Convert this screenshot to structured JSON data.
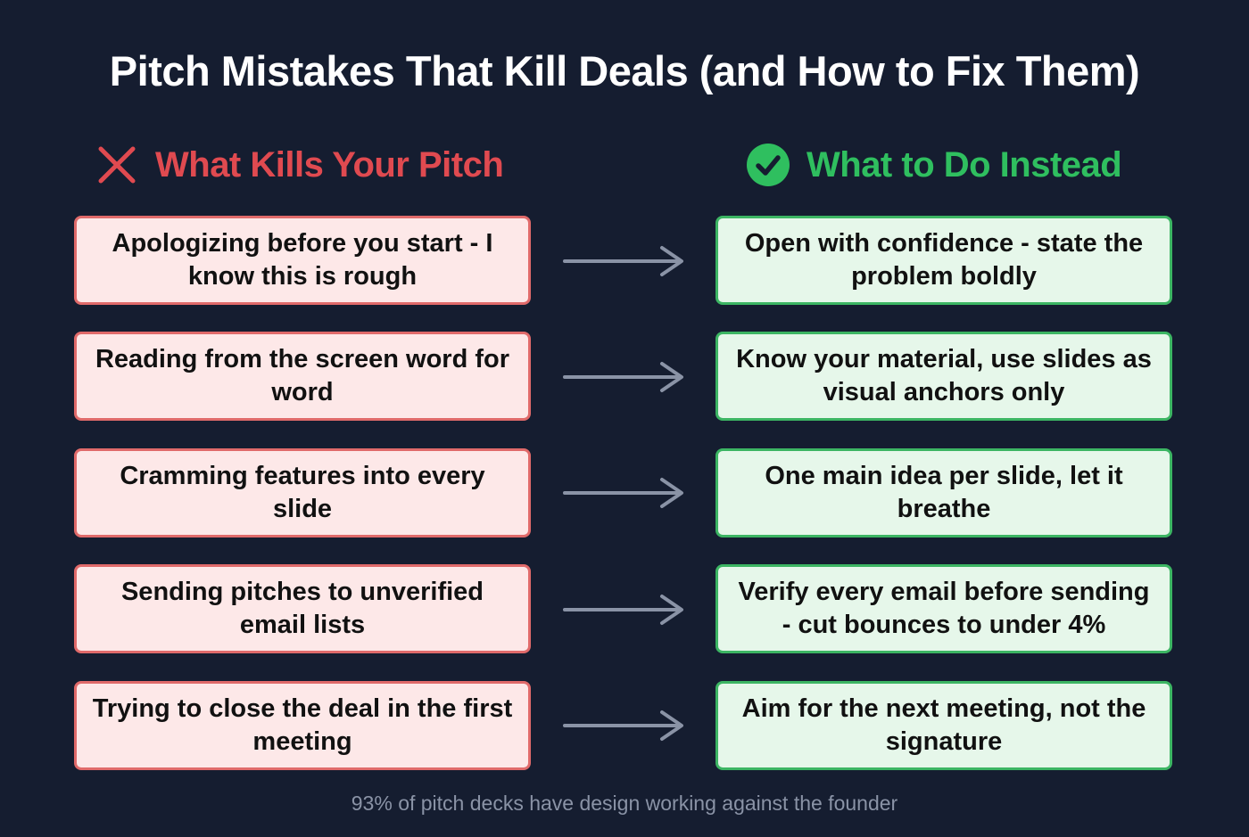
{
  "title": "Pitch Mistakes That Kill Deals (and How to Fix Them)",
  "columns": {
    "bad": {
      "heading": "What Kills Your Pitch",
      "icon": "x-icon",
      "color": "#e04a50"
    },
    "good": {
      "heading": "What to Do Instead",
      "icon": "check-circle-icon",
      "color": "#2fbf5f"
    }
  },
  "rows": [
    {
      "mistake": "Apologizing before you start - I know this is rough",
      "fix": "Open with confidence - state the problem boldly"
    },
    {
      "mistake": "Reading from the screen word for word",
      "fix": "Know your material, use slides as visual anchors only"
    },
    {
      "mistake": "Cramming features into every slide",
      "fix": "One main idea per slide, let it breathe"
    },
    {
      "mistake": "Sending pitches to unverified email lists",
      "fix": "Verify every email before sending - cut bounces to under 4%"
    },
    {
      "mistake": "Trying to close the deal in the first meeting",
      "fix": "Aim for the next meeting, not the signature"
    }
  ],
  "footer": "93% of pitch decks have design working against the founder"
}
